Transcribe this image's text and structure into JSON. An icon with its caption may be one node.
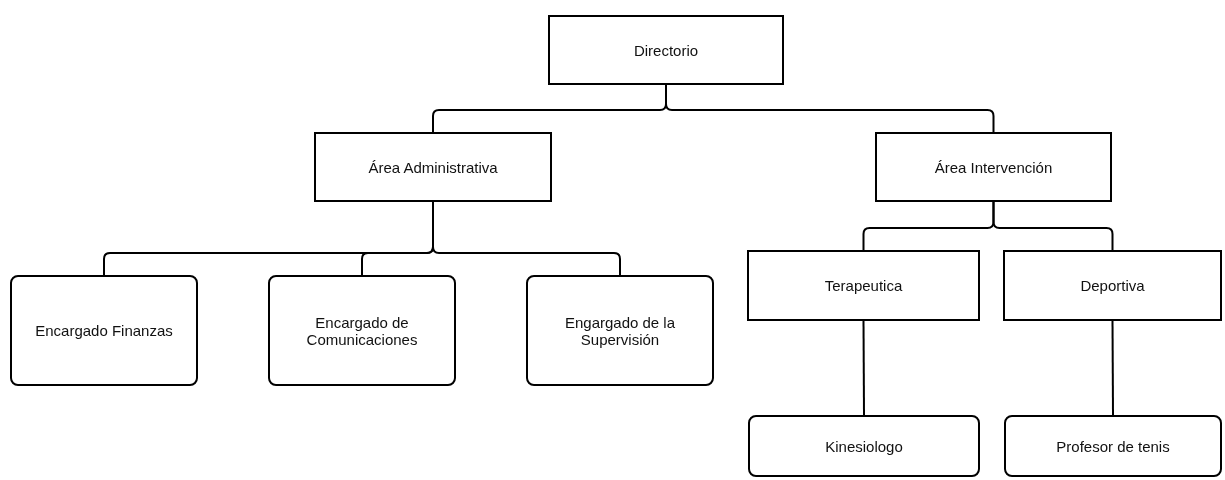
{
  "diagram": {
    "nodes": [
      {
        "text": [
          "Directorio"
        ]
      },
      {
        "text": [
          "Área Administrativa"
        ]
      },
      {
        "text": [
          "Área Intervención"
        ]
      },
      {
        "text": [
          "Encargado Finanzas"
        ]
      },
      {
        "text": [
          "Encargado de Comunicaciones"
        ]
      },
      {
        "text": [
          "Engargado de la Supervisión"
        ]
      },
      {
        "text": [
          "Terapeutica"
        ]
      },
      {
        "text": [
          "Deportiva"
        ]
      },
      {
        "text": [
          "Kinesiologo"
        ]
      },
      {
        "text": [
          "Profesor de tenis"
        ]
      }
    ],
    "edges": [
      {
        "from": 0,
        "to": 1,
        "arrow": "none"
      },
      {
        "from": 0,
        "to": 2,
        "arrow": "none"
      },
      {
        "from": 1,
        "to": 3,
        "arrow": "none"
      },
      {
        "from": 1,
        "to": 4,
        "arrow": "none"
      },
      {
        "from": 1,
        "to": 5,
        "arrow": "none"
      },
      {
        "from": 2,
        "to": 6,
        "arrow": "none"
      },
      {
        "from": 2,
        "to": 7,
        "arrow": "none"
      },
      {
        "from": 6,
        "to": 8,
        "arrow": "none"
      },
      {
        "from": 7,
        "to": 9,
        "arrow": "none"
      }
    ]
  }
}
